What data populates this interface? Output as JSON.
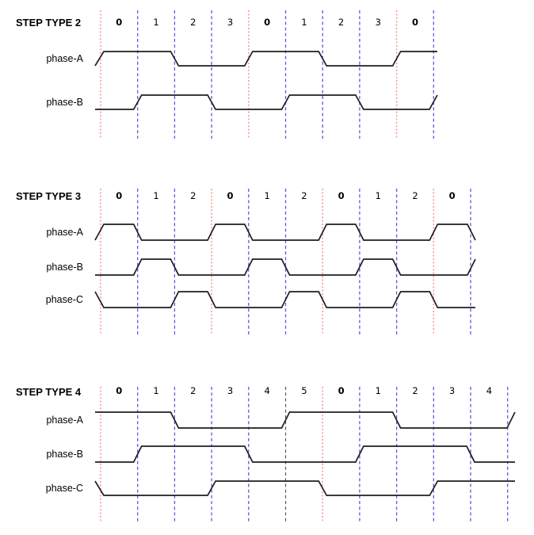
{
  "colors": {
    "background": "#ffffff",
    "waveform": "#1f1f1f",
    "grid_red": "#ff9090",
    "grid_blue": "#5a5ae0",
    "grid_dark": "#585858",
    "text": "#000000"
  },
  "chart_data": [
    {
      "type": "digital-timing",
      "title": "STEP TYPE 2",
      "steps": [
        "0",
        "1",
        "2",
        "3",
        "0",
        "1",
        "2",
        "3",
        "0"
      ],
      "bold_steps": [
        "0"
      ],
      "grid_colors": [
        "red",
        "blue",
        "blue",
        "blue",
        "red",
        "blue",
        "blue",
        "blue",
        "red",
        "blue"
      ],
      "phases": [
        {
          "label": "phase-A",
          "start_level": 0,
          "start_edge": true,
          "levels": [
            1,
            1,
            0,
            0,
            1,
            1,
            0,
            0,
            1
          ],
          "end_edge": null
        },
        {
          "label": "phase-B",
          "start_level": 0,
          "start_edge": false,
          "levels": [
            0,
            1,
            1,
            0,
            0,
            1,
            1,
            0,
            0
          ],
          "end_edge": "rise"
        }
      ]
    },
    {
      "type": "digital-timing",
      "title": "STEP TYPE 3",
      "steps": [
        "0",
        "1",
        "2",
        "0",
        "1",
        "2",
        "0",
        "1",
        "2",
        "0"
      ],
      "bold_steps": [
        "0"
      ],
      "grid_colors": [
        "red",
        "blue",
        "blue",
        "red",
        "blue",
        "blue",
        "red",
        "blue",
        "blue",
        "red",
        "blue"
      ],
      "phases": [
        {
          "label": "phase-A",
          "start_level": 0,
          "start_edge": true,
          "levels": [
            1,
            0,
            0,
            1,
            0,
            0,
            1,
            0,
            0,
            1
          ],
          "end_edge": "fall"
        },
        {
          "label": "phase-B",
          "start_level": 0,
          "start_edge": false,
          "levels": [
            0,
            1,
            0,
            0,
            1,
            0,
            0,
            1,
            0,
            0
          ],
          "end_edge": "rise"
        },
        {
          "label": "phase-C",
          "start_level": 1,
          "start_edge": true,
          "levels": [
            0,
            0,
            1,
            0,
            0,
            1,
            0,
            0,
            1,
            0
          ],
          "end_edge": null
        }
      ]
    },
    {
      "type": "digital-timing",
      "title": "STEP TYPE 4",
      "steps": [
        "0",
        "1",
        "2",
        "3",
        "4",
        "5",
        "0",
        "1",
        "2",
        "3",
        "4"
      ],
      "bold_steps": [
        "0"
      ],
      "grid_colors": [
        "red",
        "blue",
        "blue",
        "blue",
        "blue",
        "dark",
        "red",
        "blue",
        "blue",
        "blue",
        "blue",
        "blue"
      ],
      "phases": [
        {
          "label": "phase-A",
          "start_level": 1,
          "start_edge": false,
          "levels": [
            1,
            1,
            0,
            0,
            0,
            1,
            1,
            1,
            0,
            0,
            0
          ],
          "end_edge": "rise"
        },
        {
          "label": "phase-B",
          "start_level": 0,
          "start_edge": false,
          "levels": [
            0,
            1,
            1,
            1,
            0,
            0,
            0,
            1,
            1,
            1,
            0
          ],
          "end_edge": null
        },
        {
          "label": "phase-C",
          "start_level": 1,
          "start_edge": true,
          "levels": [
            0,
            0,
            0,
            1,
            1,
            1,
            0,
            0,
            0,
            1,
            1
          ],
          "end_edge": null
        }
      ]
    }
  ]
}
